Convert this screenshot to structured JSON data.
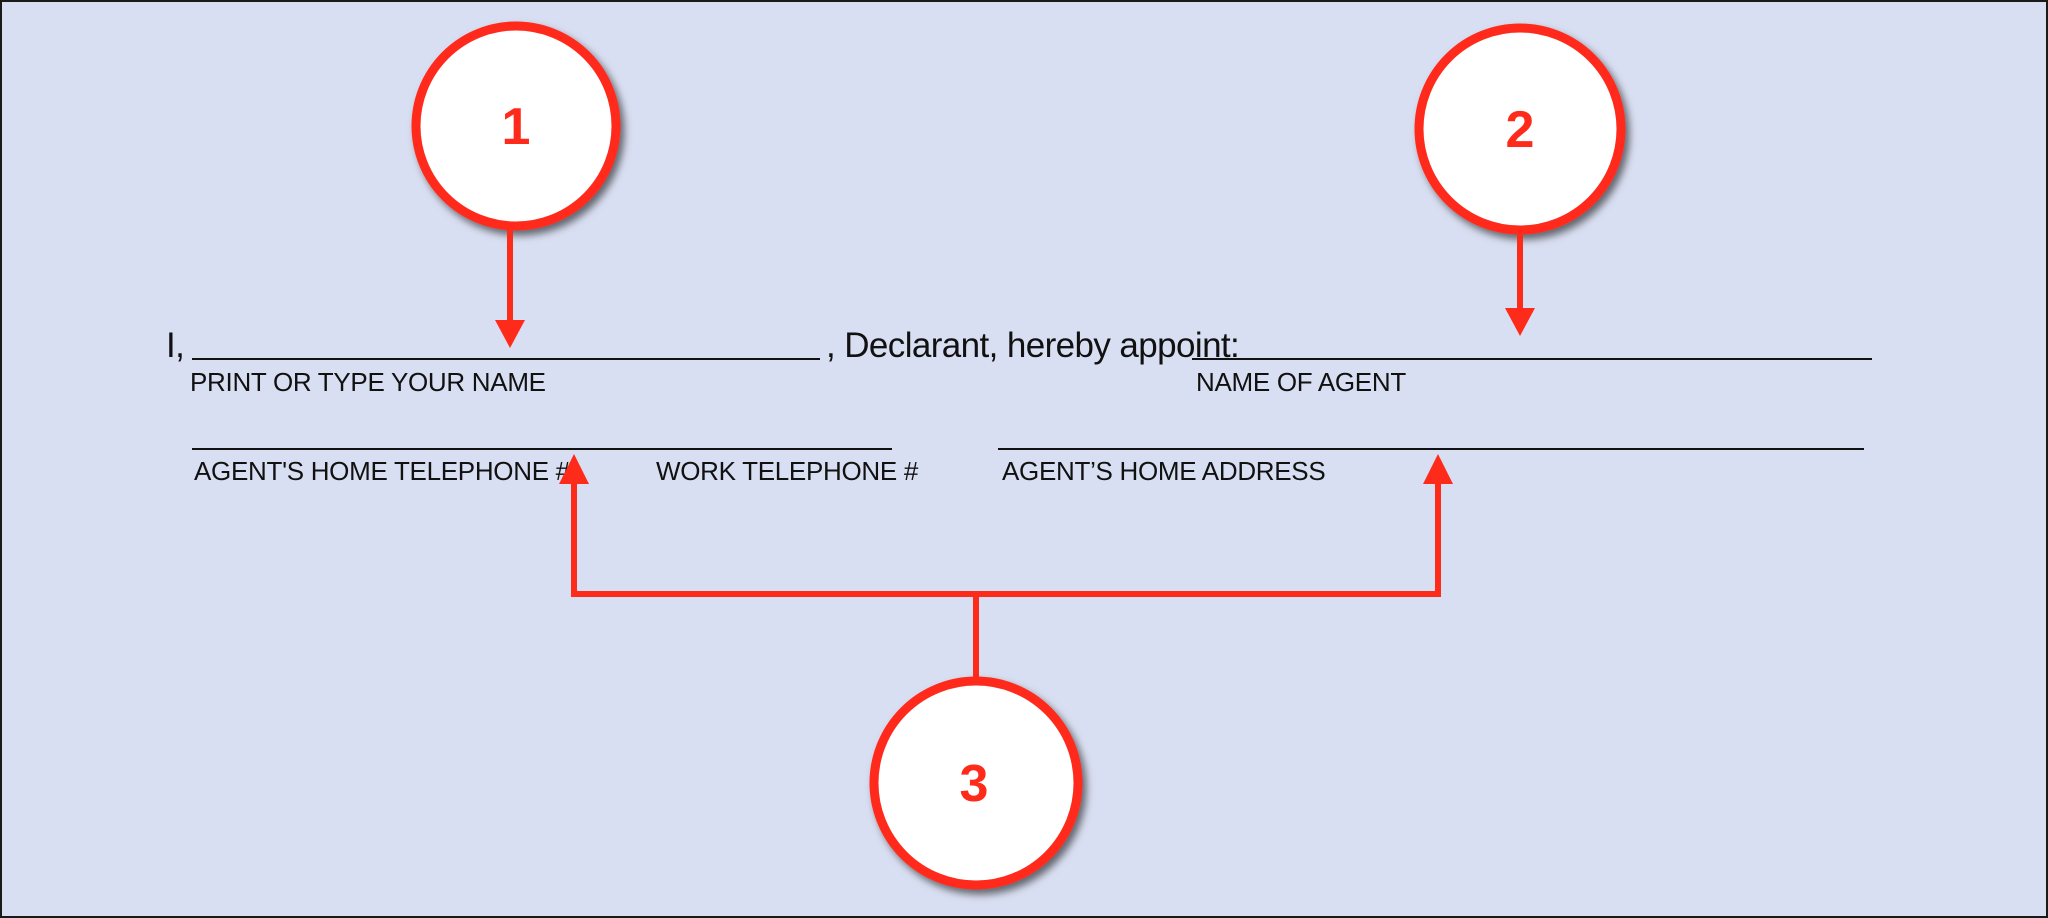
{
  "form": {
    "prefix": "I,",
    "declarant_text": ", Declarant, hereby appoint:",
    "captions": {
      "your_name": "PRINT OR TYPE YOUR NAME",
      "agent_name": "NAME OF AGENT",
      "agent_home_phone": "AGENT'S HOME TELEPHONE #",
      "work_phone": "WORK TELEPHONE #",
      "agent_home_address": "AGENT’S HOME ADDRESS"
    }
  },
  "callouts": [
    {
      "label": "1"
    },
    {
      "label": "2"
    },
    {
      "label": "3"
    }
  ],
  "colors": {
    "background": "#d9dff2",
    "callout": "#ff2b1a",
    "text": "#111111"
  }
}
